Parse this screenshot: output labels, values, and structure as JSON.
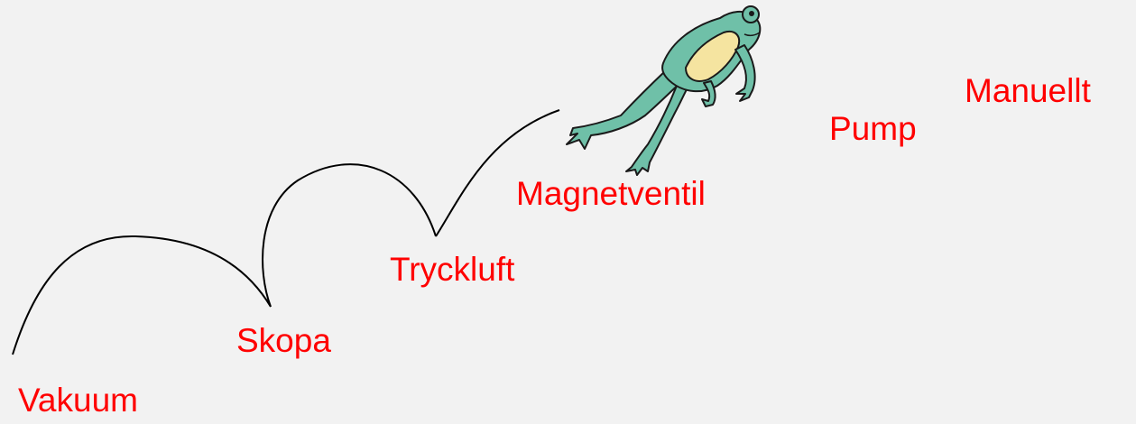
{
  "colors": {
    "background": "#f2f2f2",
    "label": "#ff0000",
    "path": "#000000",
    "frog_skin": "#6fc0a8",
    "frog_belly": "#f5e4a0",
    "frog_outline": "#1a1a1a"
  },
  "steps": [
    {
      "id": "vakuum",
      "label": "Vakuum"
    },
    {
      "id": "skopa",
      "label": "Skopa"
    },
    {
      "id": "tryckluft",
      "label": "Tryckluft"
    },
    {
      "id": "magnetventil",
      "label": "Magnetventil"
    },
    {
      "id": "pump",
      "label": "Pump"
    },
    {
      "id": "manuellt",
      "label": "Manuellt"
    }
  ],
  "illustration": {
    "icon": "jumping-frog-icon"
  }
}
